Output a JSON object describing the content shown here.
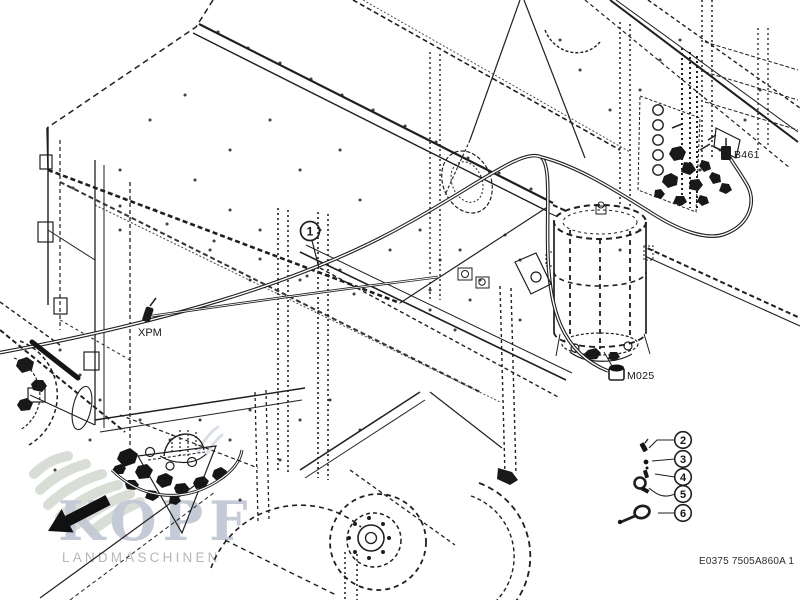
{
  "diagram": {
    "callout_1": "1",
    "labels": {
      "xpm": "XPM",
      "b461": "B461",
      "m025": "M025"
    },
    "legend": [
      {
        "number": "2"
      },
      {
        "number": "3"
      },
      {
        "number": "4"
      },
      {
        "number": "5"
      },
      {
        "number": "6"
      }
    ],
    "doc_code": "E0375 7505A860A 1"
  },
  "watermark": {
    "brand": "KOPF",
    "subtitle": "LANDMASCHINEN"
  },
  "colors": {
    "line": "#1f1f1f",
    "watermark_brand": "#c4cbd7",
    "watermark_subtitle": "#b3b7bb",
    "wheat": "#d2d8d0",
    "arrow": "#111111"
  }
}
